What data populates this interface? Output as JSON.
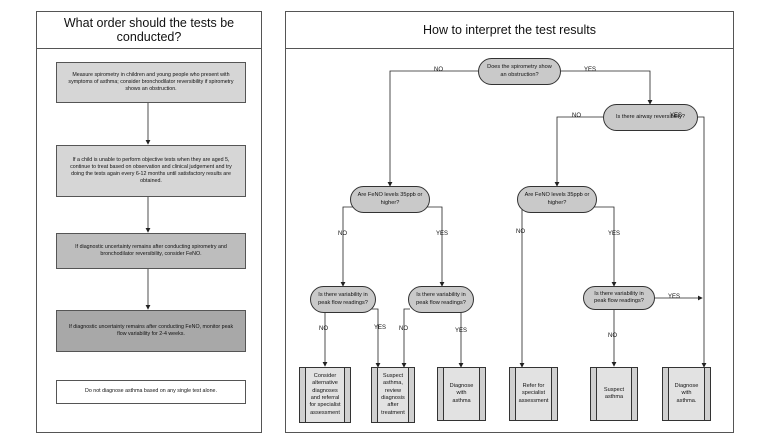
{
  "left_panel": {
    "title": "What order should the tests be conducted?",
    "steps": [
      "Measure spirometry in children and young people who present with symptoms of asthma; consider bronchodilator reversibility if spirometry shows an obstruction.",
      "If a child is unable to perform objective tests when they are aged 5, continue to treat based on observation and clinical judgement and try doing the tests again every 6-12 months until satisfactory results are obtained.",
      "If diagnostic uncertainty remains after conducting spirometry and bronchodilator reversibility, consider FeNO.",
      "If diagnostic uncertainty remains after conducting FeNO, monitor peak flow variability for 2-4 weeks.",
      "Do not diagnose asthma based on any single test alone."
    ],
    "colors": {
      "step_light": "#d6d6d6",
      "step_mid": "#bdbdbd",
      "step_dark": "#a8a8a8",
      "step_plain": "#ffffff"
    }
  },
  "right_panel": {
    "title": "How to interpret the test results",
    "decisions": {
      "spirometry": "Does the spirometry show an obstruction?",
      "reversibility": "Is there airway reversibility?",
      "feno_left": "Are FeNO levels 35ppb or higher?",
      "feno_right": "Are FeNO levels 35ppb or higher?",
      "variability_1": "Is there variability in peak flow readings?",
      "variability_2": "Is there variability in peak flow readings?",
      "variability_3": "Is there variability in peak flow readings?"
    },
    "outcomes": {
      "consider_alternative": "Consider alternative diagnoses and referral for specialist assessment",
      "suspect_review": "Suspect asthma, review diagnosis after treatment",
      "diagnose_1": "Diagnose with asthma",
      "refer": "Refer for specialist assessment",
      "suspect": "Suspect asthma",
      "diagnose_2": "Diagnose with asthma."
    },
    "labels": {
      "yes": "YES",
      "no": "NO"
    }
  }
}
